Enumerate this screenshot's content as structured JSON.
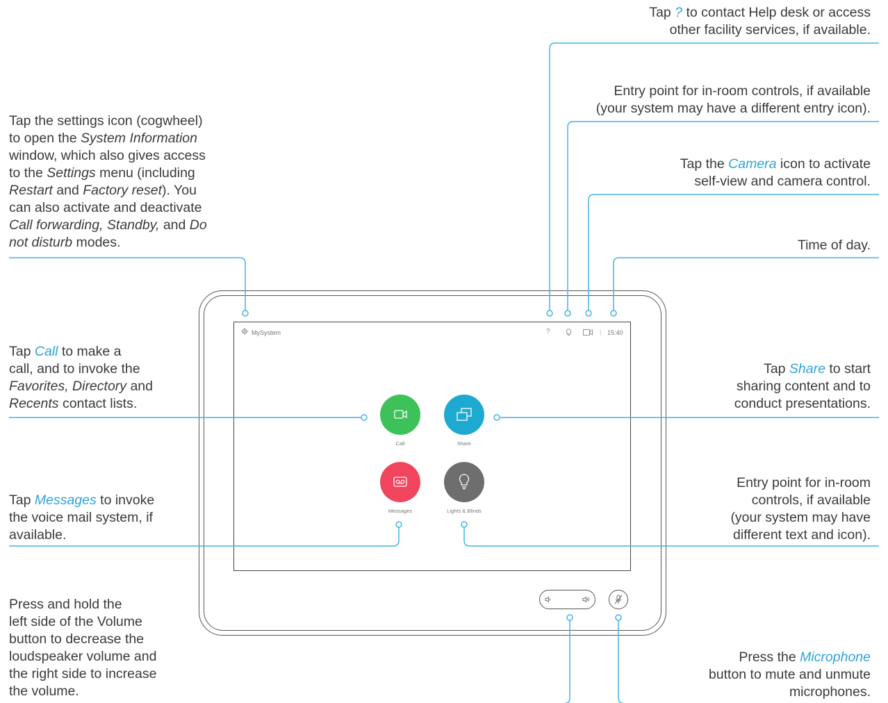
{
  "callouts": {
    "help": {
      "l1a": "Tap ",
      "l1b": "?",
      "l1c": " to contact Help desk or access",
      "l2": "other facility services, if available."
    },
    "inroom_top": {
      "l1": "Entry point for in-room controls, if available",
      "l2": "(your system may have a different entry icon)."
    },
    "camera": {
      "l1a": "Tap the ",
      "l1b": "Camera",
      "l1c": " icon to activate",
      "l2": "self-view and camera control."
    },
    "time": {
      "l1": "Time of day."
    },
    "settings": {
      "l1": "Tap the settings icon (cogwheel)",
      "l2a": "to open the ",
      "l2b": "System Information",
      "l3": "window, which also gives access",
      "l4a": "to the ",
      "l4b": "Settings",
      "l4c": " menu (including",
      "l5a": "Restart",
      "l5b": " and ",
      "l5c": "Factory reset",
      "l5d": "). You",
      "l6": "can also activate and deactivate",
      "l7a": "Call forwarding, Standby,",
      "l7b": " and ",
      "l7c": "Do",
      "l8a": "not disturb",
      "l8b": " modes."
    },
    "call": {
      "l1a": "Tap ",
      "l1b": "Call",
      "l1c": " to make a",
      "l2": "call, and to invoke the",
      "l3a": "Favorites, Directory",
      "l3b": " and",
      "l4a": "Recents",
      "l4b": " contact lists."
    },
    "share": {
      "l1a": "Tap ",
      "l1b": "Share",
      "l1c": " to start",
      "l2": "sharing content and to",
      "l3": "conduct presentations."
    },
    "messages": {
      "l1a": "Tap ",
      "l1b": "Messages",
      "l1c": " to invoke",
      "l2": "the voice mail system, if",
      "l3": "available."
    },
    "inroom_bottom": {
      "l1": "Entry point for in-room",
      "l2": "controls, if available",
      "l3": "(your system may have",
      "l4": "different text and icon)."
    },
    "volume": {
      "l1": "Press and hold the",
      "l2": "left side of the Volume",
      "l3": "button to decrease the",
      "l4": "loudspeaker volume and",
      "l5": "the right side to increase",
      "l6": "the volume."
    },
    "microphone": {
      "l1a": "Press the ",
      "l1b": "Microphone",
      "l2": "button to mute and unmute",
      "l3": "microphones."
    }
  },
  "screen": {
    "system_name": "MySystem",
    "help_glyph": "?",
    "time": "15:40",
    "separator": "|",
    "apps": [
      {
        "label": "Call",
        "color": "#3cc259"
      },
      {
        "label": "Share",
        "color": "#1eaad0"
      },
      {
        "label": "Messages",
        "color": "#f0455d"
      },
      {
        "label": "Lights & Blinds",
        "color": "#6e6e6e"
      }
    ]
  },
  "colors": {
    "accent": "#2ea3d6",
    "line": "#44b4e0"
  }
}
